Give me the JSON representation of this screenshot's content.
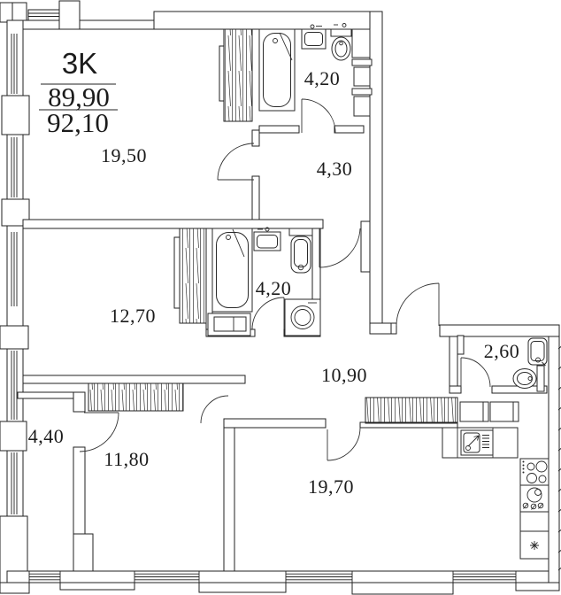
{
  "plan": {
    "title": "3K",
    "area_upper": "89,90",
    "area_lower": "92,10",
    "room_areas": [
      "19,50",
      "4,20",
      "4,30",
      "12,70",
      "4,20",
      "10,90",
      "2,60",
      "4,40",
      "11,80",
      "19,70"
    ],
    "colors": {
      "line": "#222222",
      "background": "#ffffff"
    }
  }
}
